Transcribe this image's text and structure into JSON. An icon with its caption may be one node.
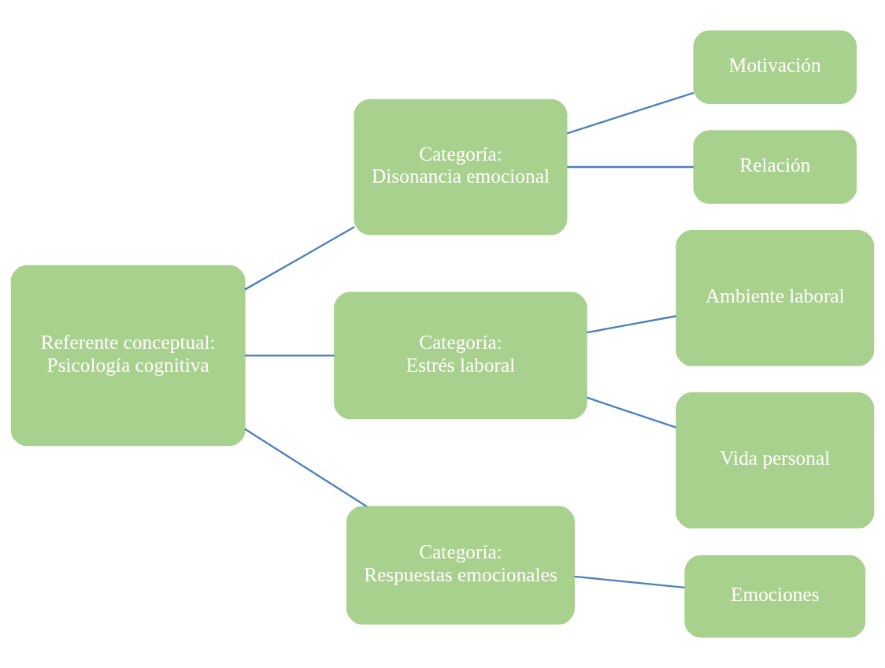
{
  "diagram": {
    "nodes": [
      {
        "text": [
          "Referente conceptual:",
          "Psicología cognitiva"
        ]
      },
      {
        "text": [
          "Categoría:",
          "Disonancia emocional"
        ]
      },
      {
        "text": [
          "Motivación"
        ]
      },
      {
        "text": [
          "Relación"
        ]
      },
      {
        "text": [
          "Categoría:",
          "Estrés laboral"
        ]
      },
      {
        "text": [
          "Ambiente laboral"
        ]
      },
      {
        "text": [
          "Vida personal"
        ]
      },
      {
        "text": [
          "Categoría:",
          "Respuestas emocionales"
        ]
      },
      {
        "text": [
          "Emociones"
        ]
      }
    ],
    "edges": [
      {
        "from": 0,
        "to": 1,
        "arrow": "none"
      },
      {
        "from": 0,
        "to": 4,
        "arrow": "none"
      },
      {
        "from": 0,
        "to": 7,
        "arrow": "none"
      },
      {
        "from": 1,
        "to": 2,
        "arrow": "none"
      },
      {
        "from": 1,
        "to": 3,
        "arrow": "none"
      },
      {
        "from": 4,
        "to": 5,
        "arrow": "none"
      },
      {
        "from": 4,
        "to": 6,
        "arrow": "none"
      },
      {
        "from": 7,
        "to": 8,
        "arrow": "none"
      }
    ]
  }
}
